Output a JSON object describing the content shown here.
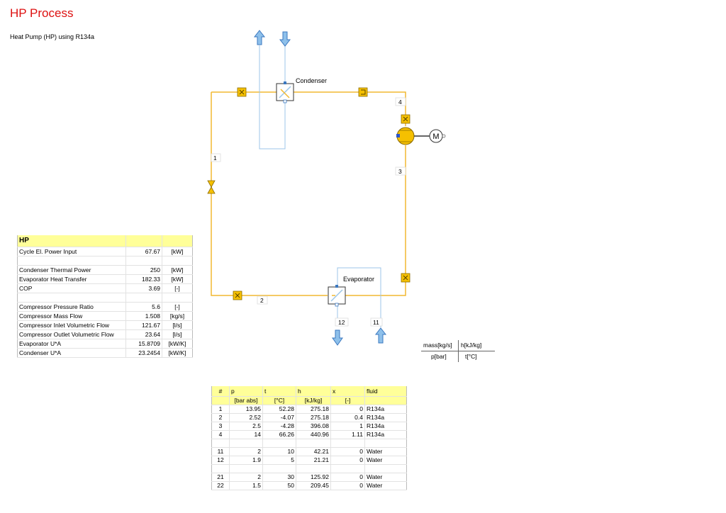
{
  "page": {
    "title": "HP Process",
    "subtitle": "Heat Pump (HP) using R134a"
  },
  "diagram": {
    "condenser_label": "Condenser",
    "evaporator_label": "Evaporator",
    "motor_label": "M",
    "stream_labels": [
      "1",
      "2",
      "3",
      "4",
      "12",
      "11"
    ],
    "colors": {
      "refrigerant": "#f2b830",
      "water": "#9cc6e8",
      "arrow_fill": "#8ec0ea",
      "arrow_stroke": "#3b78c0",
      "component_fill": "#f5c000",
      "component_stroke": "#8a6a00"
    }
  },
  "hp_table": {
    "header": "HP",
    "rows": [
      {
        "label": "Cycle El. Power Input",
        "value": "67.67",
        "unit": "[kW]"
      },
      {
        "label": "",
        "value": "",
        "unit": ""
      },
      {
        "label": "Condenser Thermal Power",
        "value": "250",
        "unit": "[kW]"
      },
      {
        "label": "Evaporator Heat Transfer",
        "value": "182.33",
        "unit": "[kW]"
      },
      {
        "label": "COP",
        "value": "3.69",
        "unit": "[-]"
      },
      {
        "label": "",
        "value": "",
        "unit": ""
      },
      {
        "label": "Compressor Pressure Ratio",
        "value": "5.6",
        "unit": "[-]"
      },
      {
        "label": "Compressor Mass Flow",
        "value": "1.508",
        "unit": "[kg/s]"
      },
      {
        "label": "Compressor Inlet Volumetric Flow",
        "value": "121.67",
        "unit": "[l/s]"
      },
      {
        "label": "Compressor Outlet Volumetric Flow",
        "value": "23.64",
        "unit": "[l/s]"
      },
      {
        "label": "Evaporator U*A",
        "value": "15.8709",
        "unit": "[kW/K]"
      },
      {
        "label": "Condenser U*A",
        "value": "23.2454",
        "unit": "[kW/K]"
      }
    ]
  },
  "legend": {
    "top_left": "mass[kg/s]",
    "top_right": "h[kJ/kg]",
    "bottom_left": "p[bar]",
    "bottom_right": "t[°C]"
  },
  "state_table": {
    "headers": [
      "#",
      "p",
      "t",
      "h",
      "x",
      "fluid"
    ],
    "units": [
      "",
      "[bar abs]",
      "[°C]",
      "[kJ/kg]",
      "[-]",
      ""
    ],
    "rows": [
      [
        "1",
        "13.95",
        "52.28",
        "275.18",
        "0",
        "R134a"
      ],
      [
        "2",
        "2.52",
        "-4.07",
        "275.18",
        "0.4",
        "R134a"
      ],
      [
        "3",
        "2.5",
        "-4.28",
        "396.08",
        "1",
        "R134a"
      ],
      [
        "4",
        "14",
        "66.26",
        "440.96",
        "1.11",
        "R134a"
      ],
      [
        "",
        "",
        "",
        "",
        "",
        ""
      ],
      [
        "11",
        "2",
        "10",
        "42.21",
        "0",
        "Water"
      ],
      [
        "12",
        "1.9",
        "5",
        "21.21",
        "0",
        "Water"
      ],
      [
        "",
        "",
        "",
        "",
        "",
        ""
      ],
      [
        "21",
        "2",
        "30",
        "125.92",
        "0",
        "Water"
      ],
      [
        "22",
        "1.5",
        "50",
        "209.45",
        "0",
        "Water"
      ]
    ]
  }
}
